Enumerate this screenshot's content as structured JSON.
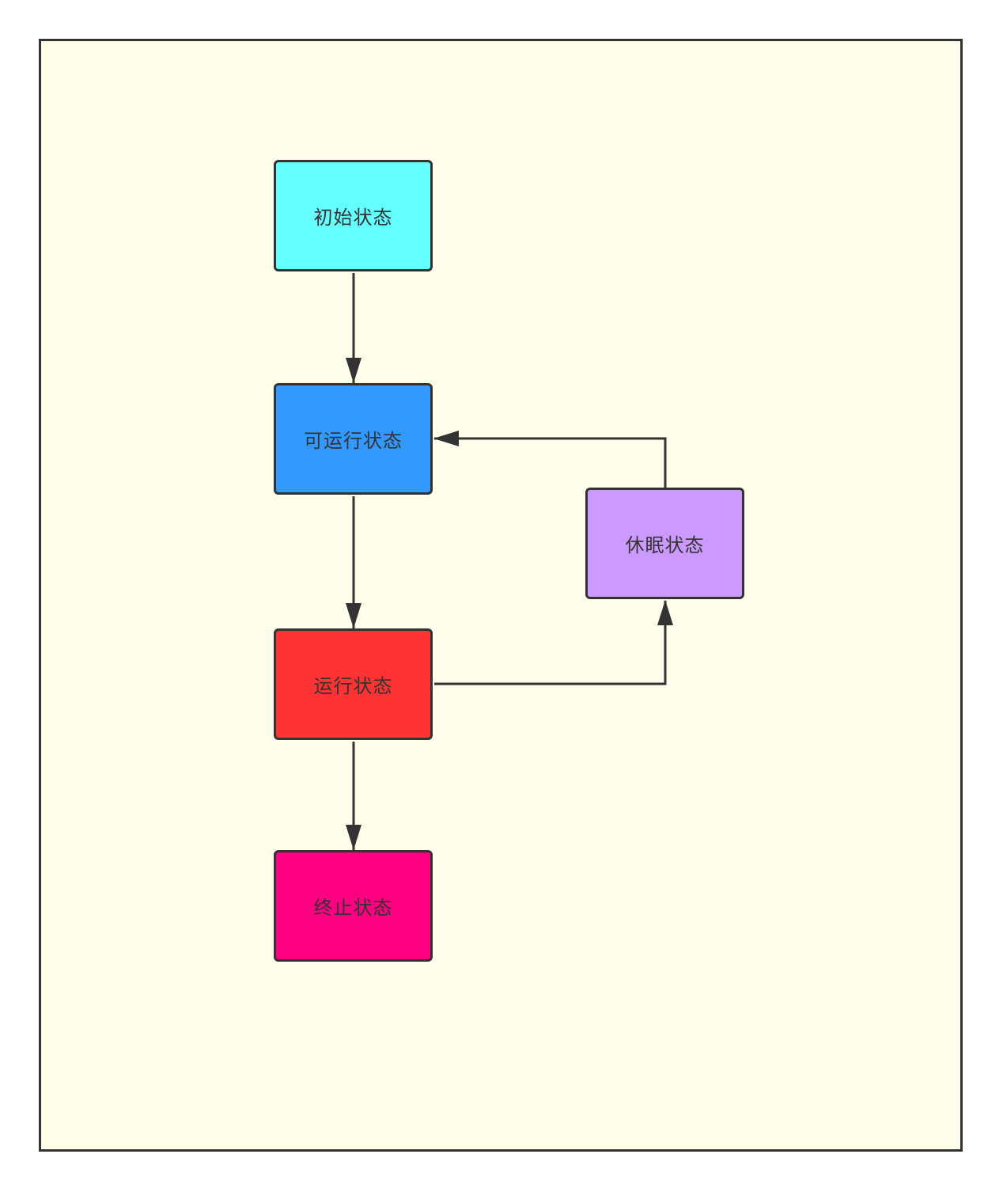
{
  "diagram": {
    "colors": {
      "background": "#fffeeb",
      "border": "#333333",
      "edge": "#333333",
      "text": "#333333"
    },
    "nodes": [
      {
        "id": "init",
        "label": "初始状态",
        "fill": "#66ffff"
      },
      {
        "id": "runnable",
        "label": "可运行状态",
        "fill": "#3399ff"
      },
      {
        "id": "running",
        "label": "运行状态",
        "fill": "#ff3333"
      },
      {
        "id": "sleeping",
        "label": "休眠状态",
        "fill": "#cc99ff"
      },
      {
        "id": "terminated",
        "label": "终止状态",
        "fill": "#ff0080"
      }
    ],
    "edges": [
      {
        "from": "init",
        "to": "runnable"
      },
      {
        "from": "runnable",
        "to": "running"
      },
      {
        "from": "running",
        "to": "sleeping"
      },
      {
        "from": "sleeping",
        "to": "runnable"
      },
      {
        "from": "running",
        "to": "terminated"
      }
    ]
  }
}
